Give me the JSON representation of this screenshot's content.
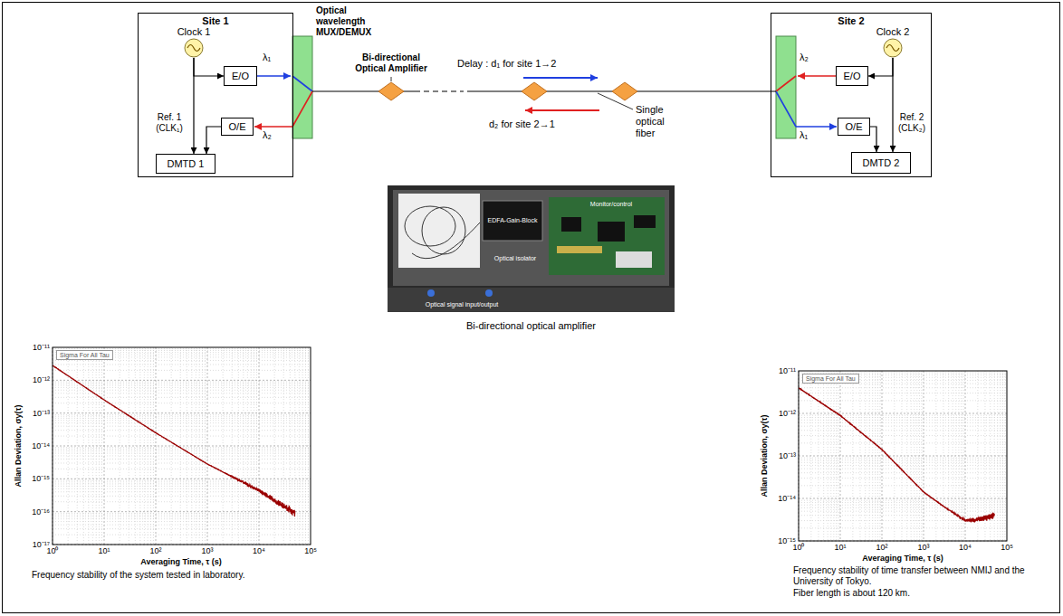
{
  "diagram": {
    "nodes": [
      {
        "text": [
          "Site 1"
        ]
      },
      {
        "text": [
          "Clock 1"
        ],
        "in": 0
      },
      {
        "text": [
          "E/O"
        ],
        "in": 0
      },
      {
        "text": [
          "O/E"
        ],
        "in": 0
      },
      {
        "text": [
          "DMTD 1"
        ],
        "in": 0
      },
      {
        "text": [
          "Site 2"
        ]
      },
      {
        "text": [
          "Clock 2"
        ],
        "in": 5
      },
      {
        "text": [
          "E/O"
        ],
        "in": 5
      },
      {
        "text": [
          "O/E"
        ],
        "in": 5
      },
      {
        "text": [
          "DMTD 2"
        ],
        "in": 5
      }
    ],
    "edges": [
      {
        "from": 1,
        "to": 2,
        "arrow": "to"
      },
      {
        "from": 1,
        "to": 4,
        "label": "Ref. 1 (CLK₁)",
        "arrow": "to"
      },
      {
        "from": 3,
        "to": 4,
        "arrow": "to"
      },
      {
        "from": 6,
        "to": 7,
        "arrow": "to"
      },
      {
        "from": 6,
        "to": 9,
        "label": "Ref. 2 (CLK₂)",
        "arrow": "to"
      },
      {
        "from": 8,
        "to": 9,
        "arrow": "to"
      }
    ],
    "labels": [
      "Optical wavelength MUX/DEMUX",
      "λ₁",
      "λ₂",
      "Bi-directional Optical Amplifier",
      "Delay : d₁ for site 1→2",
      "d₂ for site 2→1",
      "Single optical fiber",
      "λ₂",
      "λ₁",
      "EDFA-Gain-Block",
      "Monitor/control",
      "Optical isolator",
      "Optical signal input/output",
      "Bi-directional optical amplifier",
      "Sigma For All Tau",
      "Allan Deviation, σy(τ)",
      "10⁻¹¹",
      "10⁻¹²",
      "10⁻¹³",
      "10⁻¹⁴",
      "10⁻¹⁵",
      "10⁻¹⁶",
      "10⁻¹⁷",
      "10⁰",
      "10¹",
      "10²",
      "10³",
      "10⁴",
      "10⁵",
      "Averaging Time, τ (s)",
      "Frequency stability of the system tested in laboratory.",
      "Sigma For All Tau",
      "Allan Deviation, σy(τ)",
      "10⁻¹¹",
      "10⁻¹²",
      "10⁻¹³",
      "10⁻¹⁴",
      "10⁻¹⁵",
      "10⁰",
      "10¹",
      "10²",
      "10³",
      "10⁴",
      "10⁵",
      "Averaging Time, τ (s)",
      "Frequency stability of time transfer between NMIJ and the University of Tokyo.",
      "Fiber length is about 120 km."
    ]
  }
}
